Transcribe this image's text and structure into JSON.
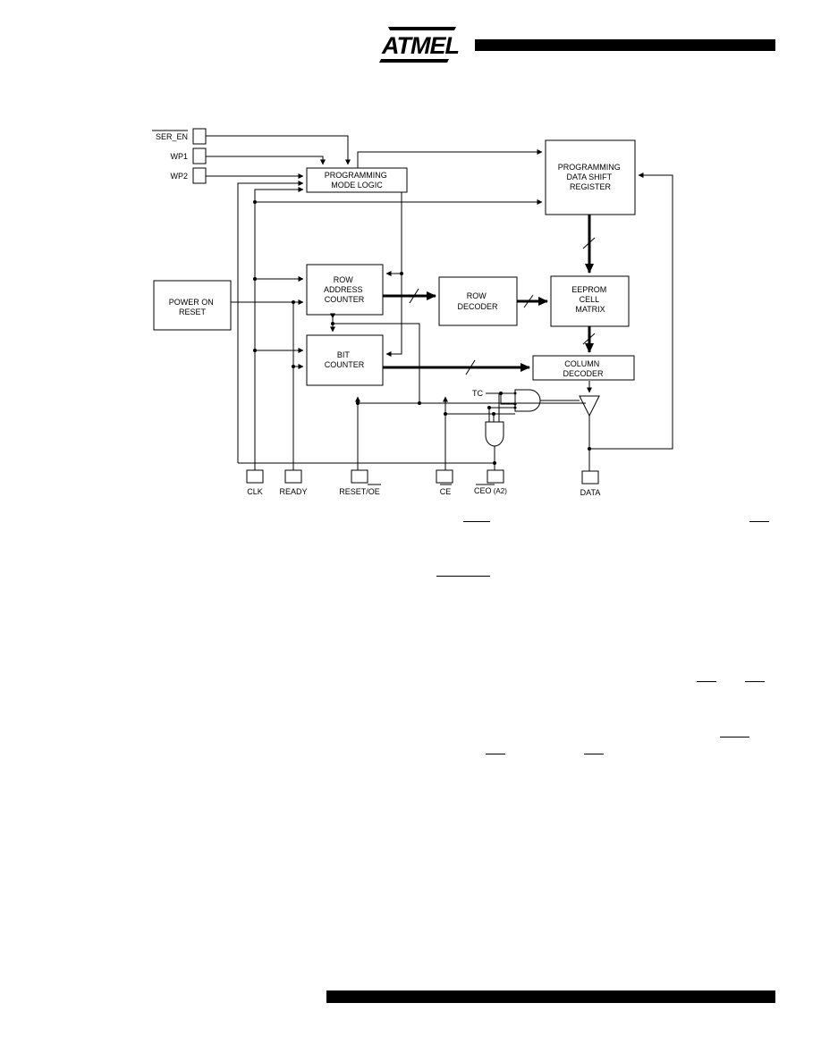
{
  "header": {
    "logo_text": "ATMEL",
    "logo_icon": "atmel-logo"
  },
  "diagram": {
    "inputs": [
      {
        "id": "ser_en",
        "label": "SER_EN",
        "overline": true
      },
      {
        "id": "wp1",
        "label": "WP1",
        "overline": false
      },
      {
        "id": "wp2",
        "label": "WP2",
        "overline": false
      }
    ],
    "blocks": {
      "programming_mode_logic": [
        "PROGRAMMING",
        "MODE  LOGIC"
      ],
      "programming_data_shift_register": [
        "PROGRAMMING",
        "DATA  SHIFT",
        "REGISTER"
      ],
      "power_on_reset": [
        "POWER  ON",
        "RESET"
      ],
      "row_address_counter": [
        "ROW",
        "ADDRESS",
        "COUNTER"
      ],
      "row_decoder": [
        "ROW",
        "DECODER"
      ],
      "eeprom_cell_matrix": [
        "EEPROM",
        "CELL",
        "MATRIX"
      ],
      "bit_counter": [
        "BIT",
        "COUNTER"
      ],
      "column_decoder": [
        "COLUMN",
        "DECODER"
      ]
    },
    "signal_tc": "TC",
    "pins": {
      "clk": "CLK",
      "ready": "READY",
      "reset_prefix": "RESET/",
      "reset_oe": "OE",
      "ce": "CE",
      "ceo": "CEO",
      "ceo_suffix": " (A2)",
      "data": "DATA"
    }
  }
}
